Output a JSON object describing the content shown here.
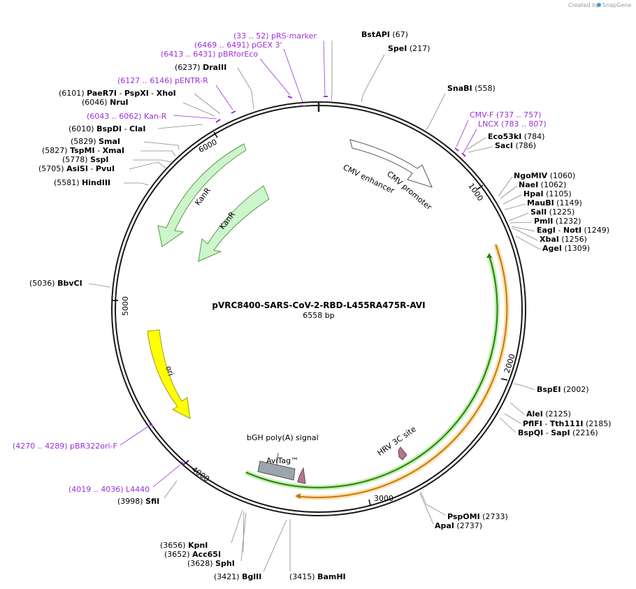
{
  "watermark": {
    "prefix": "Created by",
    "brand": "SnapGene"
  },
  "plasmid": {
    "name": "pVRC8400-SARS-CoV-2-RBD-L455RA475R-AVI",
    "length_label": "6558 bp"
  },
  "ticks": [
    "1000",
    "2000",
    "3000",
    "4000",
    "5000",
    "6000"
  ],
  "enzymes": [
    {
      "pos": "(67)",
      "name": "BstAPI"
    },
    {
      "pos": "(217)",
      "name": "SpeI"
    },
    {
      "pos": "(558)",
      "name": "SnaBI"
    },
    {
      "pos": "(784)",
      "name": "Eco53kI"
    },
    {
      "pos": "(786)",
      "name": "SacI"
    },
    {
      "pos": "(1060)",
      "name": "NgoMIV"
    },
    {
      "pos": "(1062)",
      "name": "NaeI"
    },
    {
      "pos": "(1105)",
      "name": "HpaI"
    },
    {
      "pos": "(1149)",
      "name": "MauBI"
    },
    {
      "pos": "(1225)",
      "name": "SalI"
    },
    {
      "pos": "(1232)",
      "name": "PmlI"
    },
    {
      "pos": "(1249)",
      "name": "EagI",
      "name2": "NotI"
    },
    {
      "pos": "(1256)",
      "name": "XbaI"
    },
    {
      "pos": "(1309)",
      "name": "AgeI"
    },
    {
      "pos": "(2002)",
      "name": "BspEI"
    },
    {
      "pos": "(2125)",
      "name": "AleI"
    },
    {
      "pos": "(2185)",
      "name": "PflFI",
      "name2": "Tth111I"
    },
    {
      "pos": "(2216)",
      "name": "BspQI",
      "name2": "SapI"
    },
    {
      "pos": "(2733)",
      "name": "PspOMI"
    },
    {
      "pos": "(2737)",
      "name": "ApaI"
    },
    {
      "pos": "(3415)",
      "name": "BamHI"
    },
    {
      "pos": "(3421)",
      "name": "BglII"
    },
    {
      "pos": "(3628)",
      "name": "SphI"
    },
    {
      "pos": "(3652)",
      "name": "Acc65I"
    },
    {
      "pos": "(3656)",
      "name": "KpnI"
    },
    {
      "pos": "(3998)",
      "name": "SfiI"
    },
    {
      "pos": "(5036)",
      "name": "BbvCI"
    },
    {
      "pos": "(5581)",
      "name": "HindIII"
    },
    {
      "pos": "(5705)",
      "name": "AsiSI",
      "name2": "PvuI"
    },
    {
      "pos": "(5778)",
      "name": "SspI"
    },
    {
      "pos": "(5827)",
      "name": "TspMI",
      "name2": "XmaI"
    },
    {
      "pos": "(5829)",
      "name": "SmaI"
    },
    {
      "pos": "(6010)",
      "name": "BspDI",
      "name2": "ClaI"
    },
    {
      "pos": "(6046)",
      "name": "NruI"
    },
    {
      "pos": "(6101)",
      "name": "PaeR7I",
      "name2": "PspXI",
      "name3": "XhoI"
    },
    {
      "pos": "(6237)",
      "name": "DraIII"
    }
  ],
  "primers": [
    {
      "pos": "(33 .. 52)",
      "name": "pRS-marker"
    },
    {
      "pos": "(6469 .. 6491)",
      "name": "pGEX 3'"
    },
    {
      "pos": "(6413 .. 6431)",
      "name": "pBRforEco"
    },
    {
      "pos": "(6127 .. 6146)",
      "name": "pENTR-R"
    },
    {
      "pos": "(6043 .. 6062)",
      "name": "Kan-R"
    },
    {
      "pos": "(737 .. 757)",
      "name": "CMV-F"
    },
    {
      "pos": "(783 .. 807)",
      "name": "LNCX"
    },
    {
      "pos": "(4270 .. 4289)",
      "name": "pBR322ori-F"
    },
    {
      "pos": "(4019 .. 4036)",
      "name": "L4440"
    }
  ],
  "features": {
    "cmv_enhancer": "CMV enhancer",
    "cmv_promoter": "CMV promoter",
    "kanr_outer": "KanR",
    "kanr_inner": "KanR",
    "ori": "ori",
    "bgh": "bGH poly(A) signal",
    "avitag": "AviTag™",
    "hrv": "HRV 3C site"
  },
  "colors": {
    "primer": "#9b30d9",
    "kanr": "#ccf5cc",
    "ori": "#ffff00",
    "cds_green": "#2e7d0e",
    "cds_orange": "#f5a623",
    "bgh": "#9aa5ad",
    "tag": "#b07890",
    "backbone": "#1a1a1a"
  }
}
